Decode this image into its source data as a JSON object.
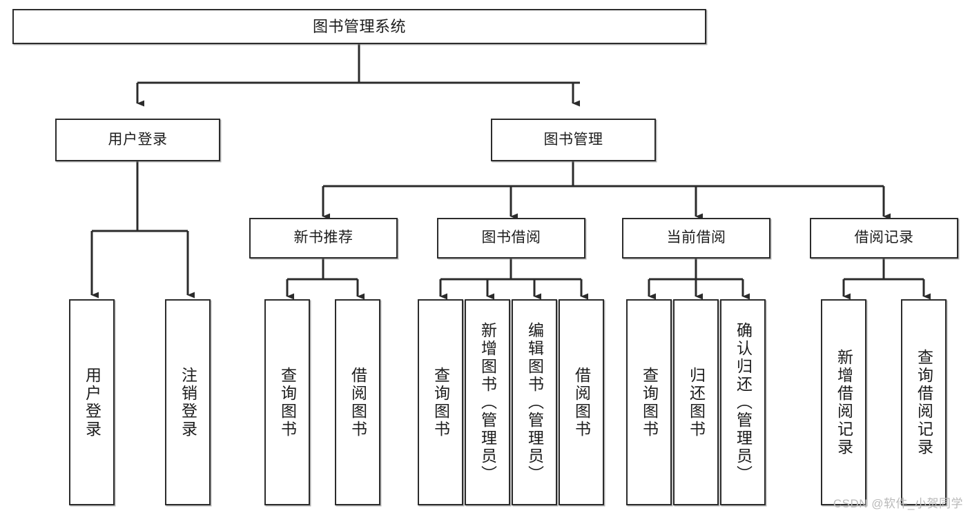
{
  "diagram": {
    "title": "图书管理系统",
    "watermark": "CSDN @软件_小贺同学",
    "colors": {
      "background": "#ffffff",
      "border": "#2b2b2b",
      "text": "#1c1c1c",
      "edge": "#2b2b2b",
      "watermark": "#b9b9b9"
    },
    "root": {
      "label": "图书管理系统"
    },
    "level2": [
      {
        "label": "用户登录"
      },
      {
        "label": "图书管理"
      }
    ],
    "level3": [
      {
        "label": "新书推荐"
      },
      {
        "label": "图书借阅"
      },
      {
        "label": "当前借阅"
      },
      {
        "label": "借阅记录"
      }
    ],
    "leaves": {
      "user_login": [
        {
          "label": "用户登录"
        },
        {
          "label": "注销登录"
        }
      ],
      "new_book_recommend": [
        {
          "label": "查询图书"
        },
        {
          "label": "借阅图书"
        }
      ],
      "book_borrow": [
        {
          "label": "查询图书"
        },
        {
          "label": "新增图书（管理员）"
        },
        {
          "label": "编辑图书（管理员）"
        },
        {
          "label": "借阅图书"
        }
      ],
      "current_borrow": [
        {
          "label": "查询图书"
        },
        {
          "label": "归还图书"
        },
        {
          "label": "确认归还（管理员）"
        }
      ],
      "borrow_record": [
        {
          "label": "新增借阅记录"
        },
        {
          "label": "查询借阅记录"
        }
      ]
    }
  }
}
